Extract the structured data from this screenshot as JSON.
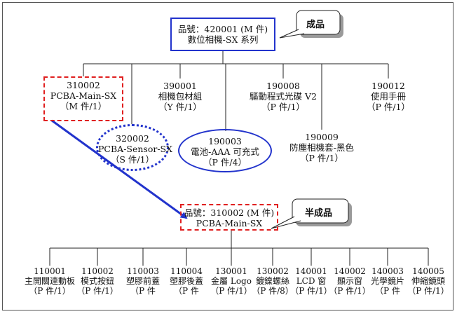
{
  "callouts": {
    "finished": "成品",
    "semi": "半成品"
  },
  "root": {
    "line1": "品號：420001 (M 件)",
    "line2": "數位相機-SX 系列"
  },
  "level1": [
    {
      "code": "310002",
      "name": "PCBA-Main-SX",
      "qty": "（M 件/1）"
    },
    {
      "code": "390001",
      "name": "相機包材組",
      "qty": "（Y 件/1）"
    },
    {
      "code": "190008",
      "name": "驅動程式光碟 V2",
      "qty": "（P 件/1）"
    },
    {
      "code": "190012",
      "name": "使用手冊",
      "qty": "（P 件/1）"
    },
    {
      "code": "320002",
      "name": "PCBA-Sensor-SX",
      "qty": "（S 件/1）"
    },
    {
      "code": "190003",
      "name": "電池-AAA 可充式",
      "qty": "（P 件/4）"
    },
    {
      "code": "190009",
      "name": "防塵相機套-黑色",
      "qty": "（P 件/1）"
    }
  ],
  "semi": {
    "line1": "品號：310002 (M 件)",
    "line2": "PCBA-Main-SX"
  },
  "level2": [
    {
      "code": "110001",
      "name": "主開關連動板",
      "qty": "（P 件/1）"
    },
    {
      "code": "110002",
      "name": "模式按鈕",
      "qty": "（P 件/1）"
    },
    {
      "code": "110003",
      "name": "塑膠前蓋",
      "qty": "（P 件"
    },
    {
      "code": "110004",
      "name": "塑膠後蓋",
      "qty": "（P 件"
    },
    {
      "code": "130001",
      "name": "金屬 Logo",
      "qty": "（P 件/1）"
    },
    {
      "code": "130002",
      "name": "鍍鎳螺絲",
      "qty": "（P 件/8）"
    },
    {
      "code": "140001",
      "name": "LCD 窗",
      "qty": "（P 件/1）"
    },
    {
      "code": "140002",
      "name": "顯示窗",
      "qty": "（P 件/1）"
    },
    {
      "code": "140003",
      "name": "光學鏡片",
      "qty": "（P 件"
    },
    {
      "code": "140005",
      "name": "伸縮鏡頭",
      "qty": "（P 件/1）"
    }
  ],
  "colors": {
    "blue": "#2233cc",
    "red": "#e02020"
  }
}
